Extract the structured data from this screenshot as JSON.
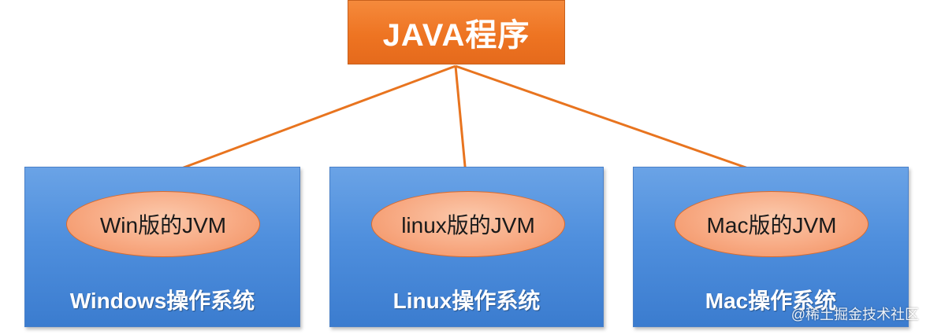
{
  "source": {
    "label": "JAVA程序",
    "color": "#ee7422"
  },
  "platforms": [
    {
      "jvm_label": "Win版的JVM",
      "os_label": "Windows操作系统"
    },
    {
      "jvm_label": "linux版的JVM",
      "os_label": "Linux操作系统"
    },
    {
      "jvm_label": "Mac版的JVM",
      "os_label": "Mac操作系统"
    }
  ],
  "colors": {
    "os_box": "#4f8fdd",
    "jvm_ellipse": "#f7a67e",
    "arrow": "#e8741f"
  },
  "watermark": "@稀土掘金技术社区"
}
